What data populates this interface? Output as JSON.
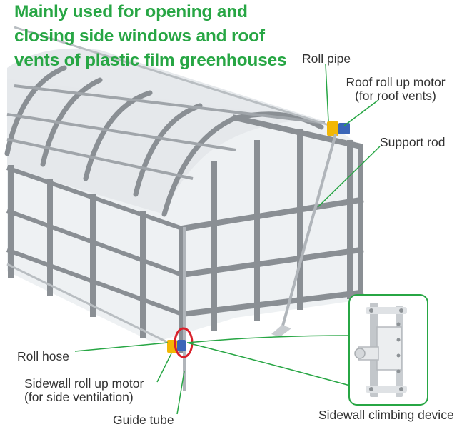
{
  "headline": {
    "line1": "Mainly used for opening and",
    "line2": "closing side windows and roof",
    "line3": "vents of plastic film greenhouses"
  },
  "labels": {
    "roll_pipe": "Roll pipe",
    "roof_motor_line1": "Roof roll up motor",
    "roof_motor_line2": "(for roof vents)",
    "support_rod": "Support rod",
    "roll_hose": "Roll hose",
    "sidewall_motor_line1": "Sidewall roll up motor",
    "sidewall_motor_line2": "(for side ventilation)",
    "guide_tube": "Guide tube",
    "sidewall_climbing": "Sidewall climbing device"
  },
  "colors": {
    "headline": "#27a644",
    "leader_line": "#27a644",
    "label_text": "#333333",
    "frame": "#8a8f94",
    "frame_dark": "#6f7479",
    "film": "#e9edf0",
    "motor_yellow": "#f2b705",
    "motor_blue": "#3a66b8",
    "highlight_ring": "#d9202a"
  }
}
